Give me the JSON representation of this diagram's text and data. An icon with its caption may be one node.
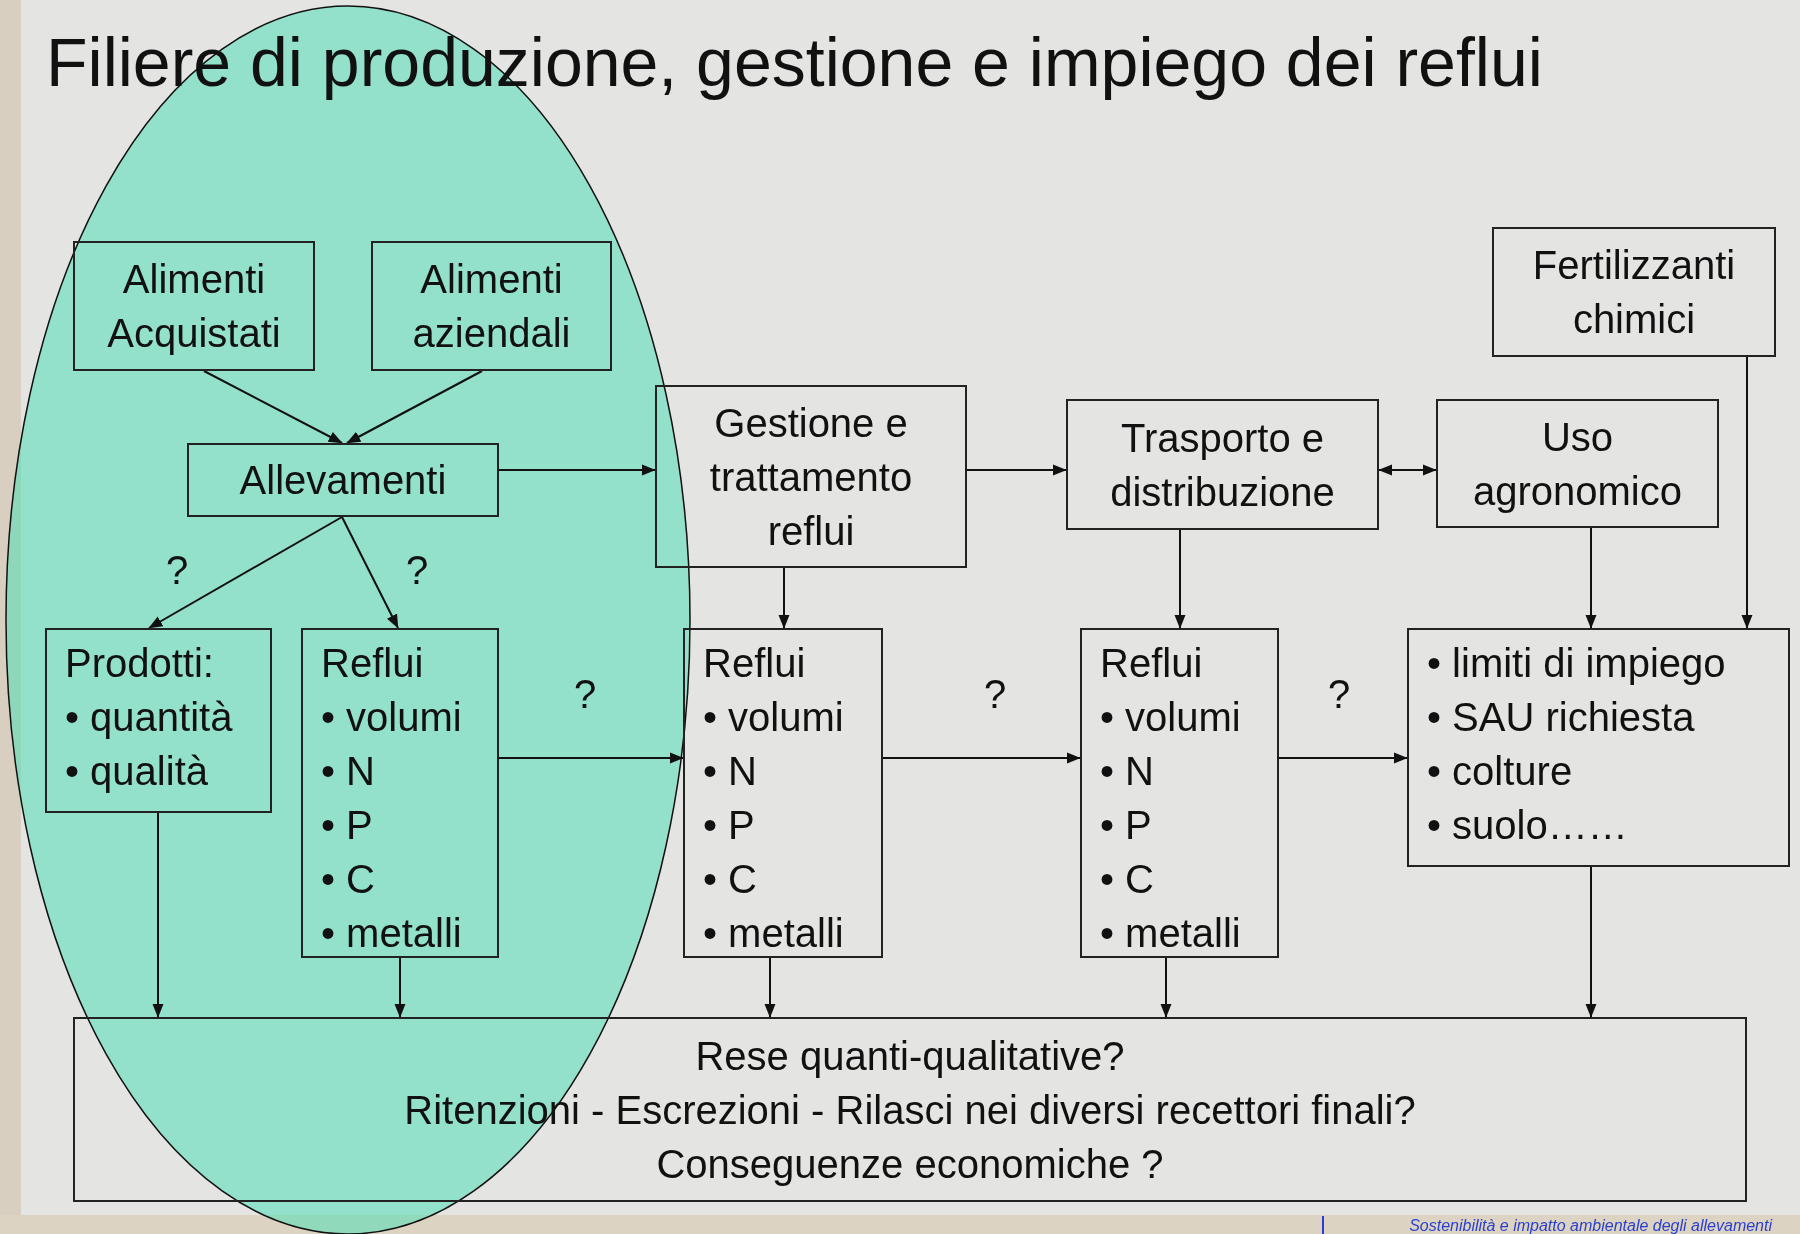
{
  "diagram": {
    "title": "Filiere di produzione, gestione e impiego dei reflui",
    "nodes": [
      {
        "text": [
          "Alimenti Acquistati"
        ]
      },
      {
        "text": [
          "Alimenti aziendali"
        ]
      },
      {
        "text": [
          "Fertilizzanti chimici"
        ]
      },
      {
        "text": [
          "Allevamenti"
        ]
      },
      {
        "text": [
          "Gestione e trattamento reflui"
        ]
      },
      {
        "text": [
          "Trasporto e distribuzione"
        ]
      },
      {
        "text": [
          "Uso agronomico"
        ]
      },
      {
        "text": [
          "Prodotti:",
          "• quantità",
          "• qualità"
        ]
      },
      {
        "text": [
          "Reflui",
          "• volumi",
          "• N",
          "• P",
          "• C",
          "• metalli"
        ]
      },
      {
        "text": [
          "Reflui",
          "• volumi",
          "• N",
          "• P",
          "• C",
          "• metalli"
        ]
      },
      {
        "text": [
          "Reflui",
          "• volumi",
          "• N",
          "• P",
          "• C",
          "• metalli"
        ]
      },
      {
        "text": [
          "• limiti di impiego",
          "• SAU richiesta",
          "• colture",
          "• suolo……"
        ]
      },
      {
        "text": [
          "Rese quanti-qualitative?",
          "Ritenzioni - Escrezioni - Rilasci nei diversi recettori finali?",
          "Conseguenze economiche ?"
        ]
      }
    ],
    "edges": [
      {
        "from": 0,
        "to": 3,
        "arrow": "to"
      },
      {
        "from": 1,
        "to": 3,
        "arrow": "to"
      },
      {
        "from": 3,
        "to": 4,
        "arrow": "to"
      },
      {
        "from": 3,
        "to": 7,
        "arrow": "to",
        "label": "?"
      },
      {
        "from": 3,
        "to": 8,
        "arrow": "to",
        "label": "?"
      },
      {
        "from": 8,
        "to": 9,
        "arrow": "to",
        "label": "?"
      },
      {
        "from": 4,
        "to": 9,
        "arrow": "to"
      },
      {
        "from": 4,
        "to": 5,
        "arrow": "to"
      },
      {
        "from": 5,
        "to": 6,
        "arrow": "both"
      },
      {
        "from": 9,
        "to": 10,
        "arrow": "to",
        "label": "?"
      },
      {
        "from": 5,
        "to": 10,
        "arrow": "to"
      },
      {
        "from": 10,
        "to": 11,
        "arrow": "to",
        "label": "?"
      },
      {
        "from": 6,
        "to": 11,
        "arrow": "to"
      },
      {
        "from": 2,
        "to": 11,
        "arrow": "to"
      },
      {
        "from": 7,
        "to": 12,
        "arrow": "to"
      },
      {
        "from": 8,
        "to": 12,
        "arrow": "to"
      },
      {
        "from": 9,
        "to": 12,
        "arrow": "to"
      },
      {
        "from": 10,
        "to": 12,
        "arrow": "to"
      },
      {
        "from": 11,
        "to": 12,
        "arrow": "to"
      }
    ],
    "labels": [
      "Sostenibilità e impatto ambientale degli allevamenti"
    ]
  }
}
